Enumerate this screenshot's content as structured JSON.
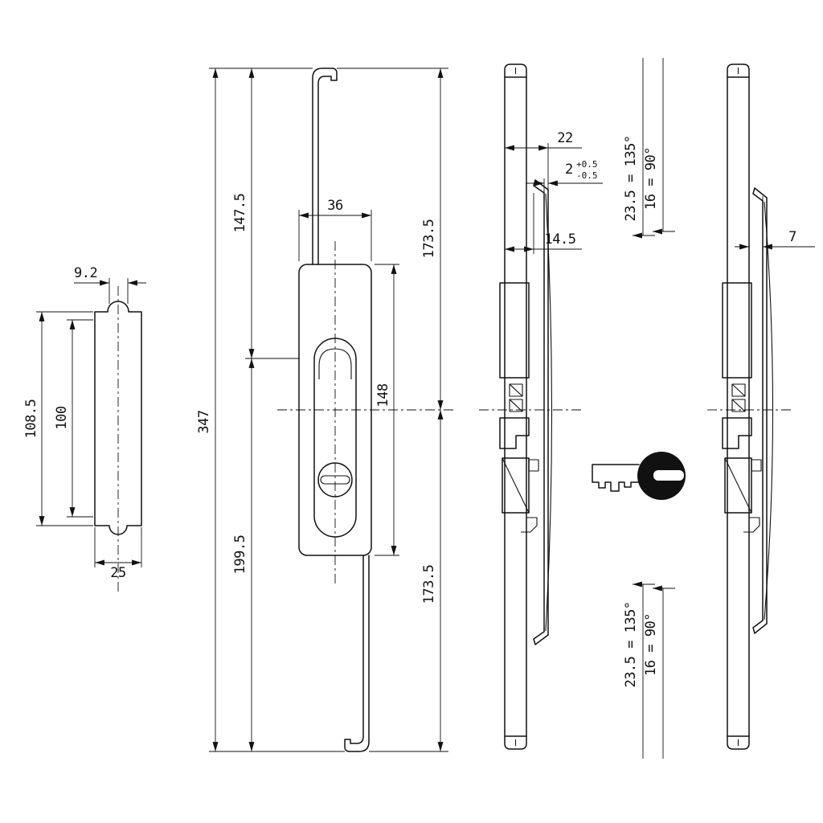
{
  "drawing": {
    "background": "#ffffff",
    "line_color": "#111111",
    "dims": {
      "v1_tab_width": "9.2",
      "v1_outer_height": "108.5",
      "v1_inner_height": "100",
      "v1_plate_width": "25",
      "v2_upper_length": "147.5",
      "v2_case_width": "36",
      "v2_total_length": "347",
      "v2_lower_length": "199.5",
      "v2_case_height": "148",
      "v2_half_upper": "173.5",
      "v2_half_lower": "173.5",
      "v3_depth": "22",
      "v3_thickness": "2",
      "v3_tol_plus": "+0.5",
      "v3_tol_minus": "-0.5",
      "v3_offset": "14.5",
      "v3_angle_top_a": "23.5 = 135°",
      "v3_angle_top_b": "16 = 90°",
      "v3_angle_bot_a": "23.5 = 135°",
      "v3_angle_bot_b": "16 = 90°",
      "v4_bar_width": "7"
    }
  }
}
